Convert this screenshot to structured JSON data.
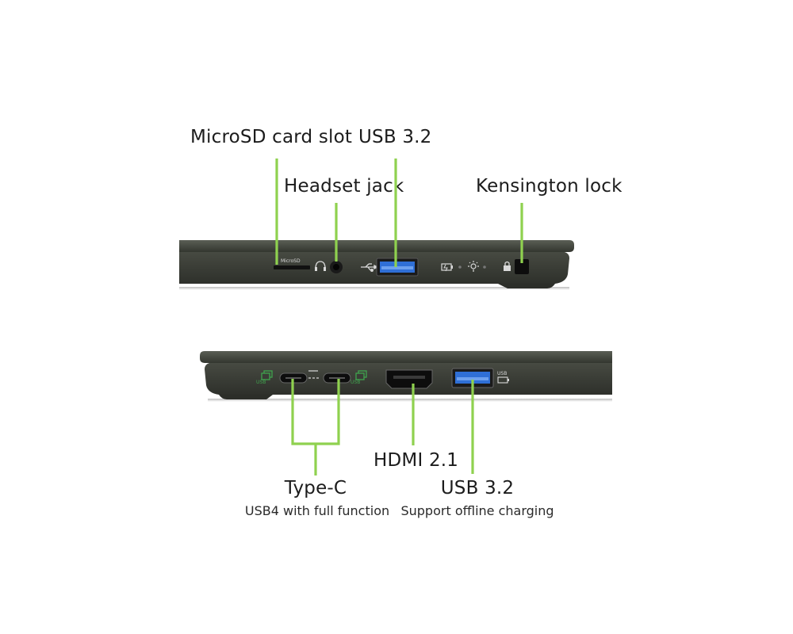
{
  "labels": {
    "microsd": "MicroSD card slot",
    "usb_top": "USB 3.2",
    "headset": "Headset jack",
    "kensington": "Kensington lock",
    "typec": "Type-C",
    "typec_sub": "USB4 with full function",
    "hdmi": "HDMI 2.1",
    "usb_bottom": "USB 3.2",
    "usb_bottom_sub": "Support offline charging"
  },
  "port_markings": {
    "microsd_text": "MicroSD",
    "usb_badge": "USB"
  },
  "colors": {
    "leader_line": "#8fd14f",
    "chassis": "#3c3f38",
    "chassis_edge": "#2a2c27",
    "usb_blue": "#2f6fd6",
    "icon_green": "#3fa34d"
  }
}
